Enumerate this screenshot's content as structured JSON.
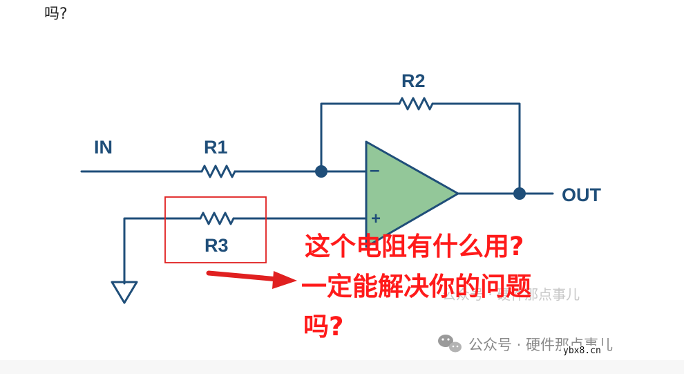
{
  "page": {
    "top_text": "吗?"
  },
  "diagram": {
    "labels": {
      "input": "IN",
      "output": "OUT",
      "r1": "R1",
      "r2": "R2",
      "r3": "R3",
      "minus": "–",
      "plus": "+"
    },
    "colors": {
      "wire": "#1f4e79",
      "opamp_fill": "#93c799",
      "opamp_stroke": "#1f4e79",
      "highlight": "#e02020",
      "annotation": "#ff1a1a"
    }
  },
  "annotation": {
    "line1": "这个电阻有什么用?",
    "line2": "一定能解决你的问题",
    "line3": "吗?"
  },
  "watermark": {
    "ghost_text": "公众号 · 硬件那点事儿",
    "text": "公众号 · 硬件那点事儿",
    "site": "ybx8.cn"
  }
}
